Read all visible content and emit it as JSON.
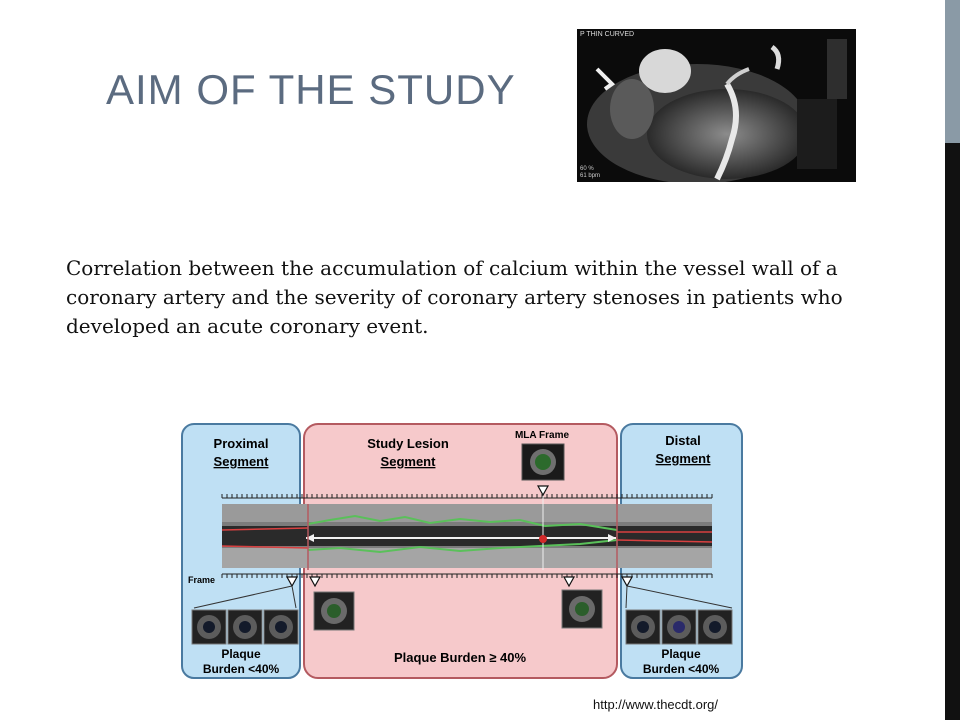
{
  "slide": {
    "title": "AIM OF THE STUDY",
    "body": "Correlation between the accumulation of calcium within the vessel wall of a coronary artery and the severity of coronary artery stenoses in patients who developed an acute coronary event."
  },
  "ct_image": {
    "label": "P THIN CURVED",
    "footer_line1": "60 %",
    "footer_line2": "61 bpm"
  },
  "diagram": {
    "proximal_line1": "Proximal",
    "proximal_line2": "Segment",
    "lesion_line1": "Study Lesion",
    "lesion_line2": "Segment",
    "mla_frame": "MLA Frame",
    "distal_line1": "Distal",
    "distal_line2": "Segment",
    "frame": "Frame",
    "plaque_left_line1": "Plaque",
    "plaque_left_line2": "Burden <40%",
    "plaque_center": "Plaque Burden ≥ 40%",
    "plaque_right_line1": "Plaque",
    "plaque_right_line2": "Burden <40%"
  },
  "credit": "http://www.thecdt.org/",
  "colors": {
    "title": "#5b6b80",
    "proximal_panel": "#bfe0f4",
    "lesion_panel": "#f6c9cb",
    "sidebar": "#111111",
    "sidebar_accent": "#8a9aa6"
  }
}
